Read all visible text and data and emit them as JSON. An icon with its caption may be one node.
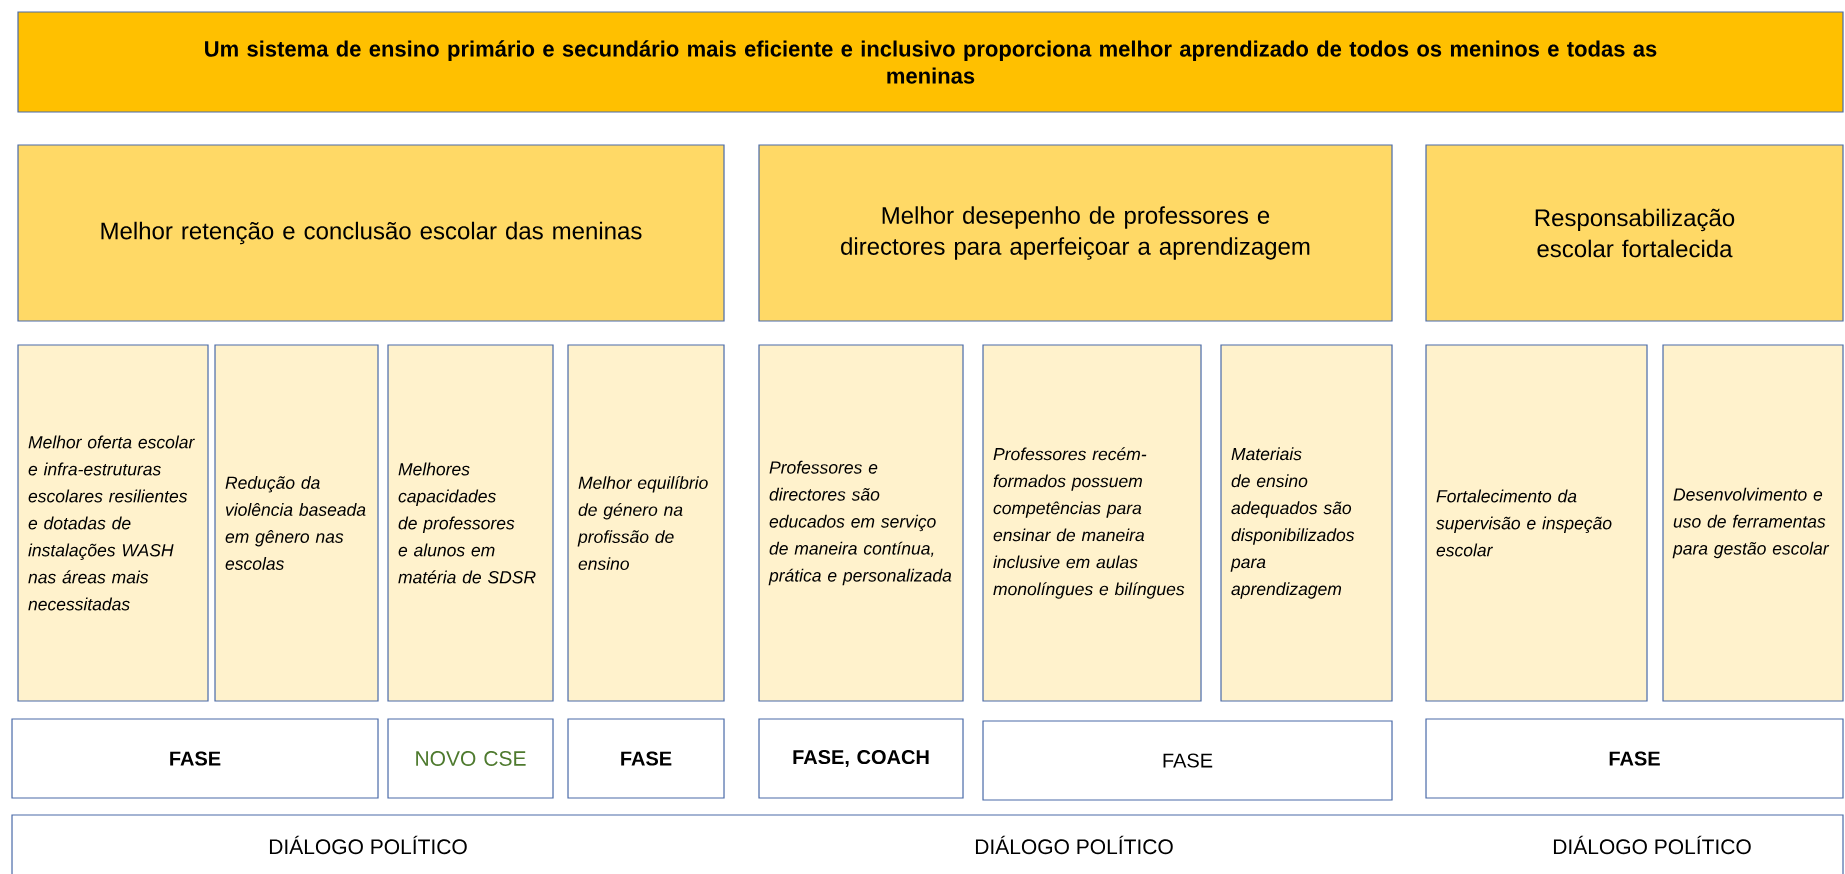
{
  "diagram": {
    "nodes": [
      {
        "text": [
          "Um sistema de ensino primário e secundário mais eficiente e inclusivo proporciona melhor aprendizado de todos os meninos e todas as meninas"
        ]
      },
      {
        "text": [
          "Melhor retenção e conclusão escolar das meninas"
        ]
      },
      {
        "text": [
          "Melhor desepenho de professores e directores para aperfeiçoar a aprendizagem"
        ]
      },
      {
        "text": [
          "Responsabilização escolar fortalecida"
        ]
      },
      {
        "text": [
          "Melhor oferta escolar e infra-estruturas escolares resilientes e dotadas de instalações WASH nas áreas mais necessitadas"
        ]
      },
      {
        "text": [
          "Redução da violência baseada em gênero nas escolas"
        ]
      },
      {
        "text": [
          "Melhores capacidades de professores e alunos em matéria de SDSR"
        ]
      },
      {
        "text": [
          "Melhor equilíbrio de género na profissão de ensino"
        ]
      },
      {
        "text": [
          "Professores e directores são educados em serviço de maneira contínua, prática e personalizada"
        ]
      },
      {
        "text": [
          "Professores recém-formados possuem competências para ensinar de maneira inclusive em aulas monolíngues e bilíngues"
        ]
      },
      {
        "text": [
          "Materiais de ensino adequados são disponibilizados para aprendizagem"
        ]
      },
      {
        "text": [
          "Fortalecimento da supervisão e inspeção escolar"
        ]
      },
      {
        "text": [
          "Desenvolvimento e uso de ferramentas para gestão escolar"
        ]
      },
      {
        "text": [
          "FASE"
        ]
      },
      {
        "text": [
          "NOVO CSE"
        ]
      },
      {
        "text": [
          "FASE"
        ]
      },
      {
        "text": [
          "FASE, COACH"
        ]
      },
      {
        "text": [
          "FASE"
        ]
      },
      {
        "text": [
          "FASE"
        ]
      },
      {
        "text": [
          "DIÁLOGO POLÍTICO",
          "DIÁLOGO POLÍTICO",
          "DIÁLOGO POLÍTICO"
        ]
      }
    ]
  }
}
